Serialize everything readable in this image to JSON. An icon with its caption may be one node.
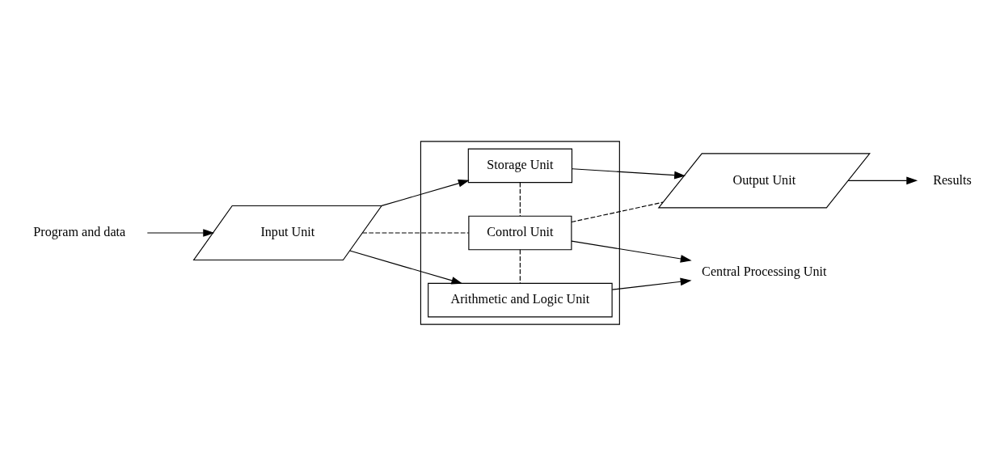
{
  "diagram": {
    "nodes": [
      {
        "text": [
          "Program and data"
        ]
      },
      {
        "text": [
          "Input Unit"
        ]
      },
      {
        "text": [],
        "shape": "box"
      },
      {
        "text": [
          "Storage Unit"
        ],
        "in": 2
      },
      {
        "text": [
          "Control Unit"
        ],
        "in": 2
      },
      {
        "text": [
          "Arithmetic and Logic Unit"
        ],
        "in": 2
      },
      {
        "text": [
          "Output Unit"
        ]
      },
      {
        "text": [
          "Results"
        ]
      },
      {
        "text": [
          "Central Processing Unit"
        ]
      }
    ],
    "edges": [
      {
        "from": 0,
        "to": 1,
        "arrow": "to"
      },
      {
        "from": 1,
        "to": 3,
        "arrow": "to"
      },
      {
        "from": 1,
        "to": 5,
        "arrow": "to"
      },
      {
        "from": 3,
        "to": 6,
        "arrow": "to"
      },
      {
        "from": 6,
        "to": 7,
        "arrow": "to"
      },
      {
        "from": 3,
        "to": 4,
        "arrow": "none",
        "style": "dashed"
      },
      {
        "from": 4,
        "to": 5,
        "arrow": "none",
        "style": "dashed"
      },
      {
        "from": 1,
        "to": 4,
        "arrow": "none",
        "style": "dashed"
      },
      {
        "from": 4,
        "to": 6,
        "arrow": "none",
        "style": "dashed"
      },
      {
        "from": 4,
        "to": 8,
        "arrow": "to"
      },
      {
        "from": 5,
        "to": 8,
        "arrow": "to"
      }
    ]
  }
}
